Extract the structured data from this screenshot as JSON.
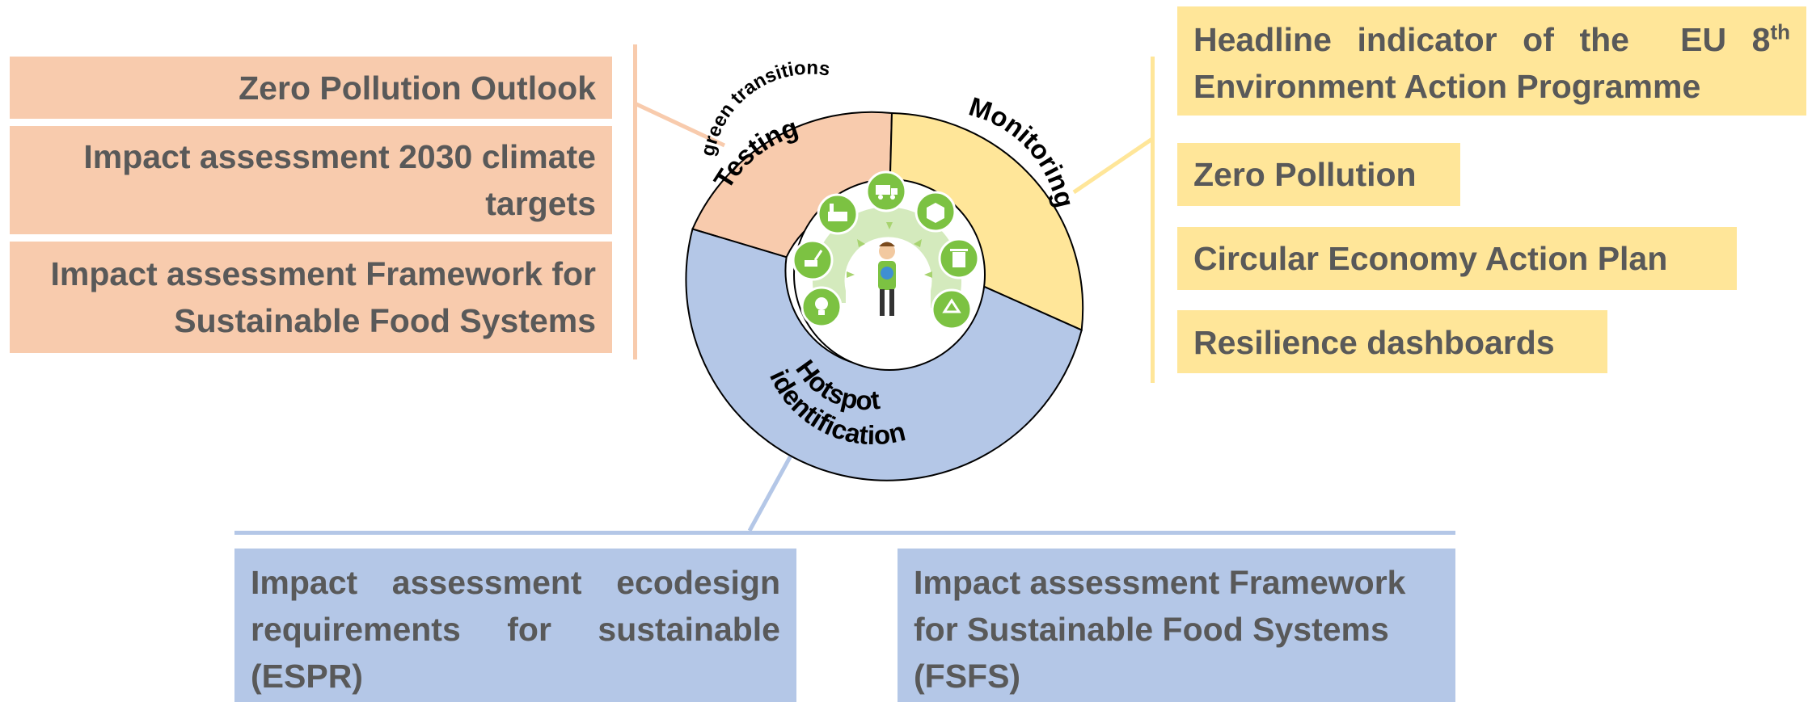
{
  "left_boxes": [
    {
      "lines": [
        "Zero Pollution Outlook"
      ]
    },
    {
      "lines": [
        "Impact assessment 2030 climate",
        "targets"
      ]
    },
    {
      "lines": [
        "Impact assessment Framework for",
        "Sustainable Food Systems"
      ]
    }
  ],
  "right_boxes": {
    "headline": {
      "line1_text": "Headline indicator of the  EU 8",
      "line1_sup": "th",
      "line2": "Environment Action Programme"
    },
    "zero_pollution": "Zero Pollution",
    "circular_economy": "Circular Economy Action Plan",
    "resilience": "Resilience dashboards"
  },
  "bottom_boxes": [
    {
      "lines": [
        "Impact assessment ecodesign",
        "requirements for sustainable",
        "(ESPR)"
      ]
    },
    {
      "lines": [
        "Impact assessment Framework",
        "for Sustainable Food Systems",
        "(FSFS)"
      ]
    }
  ],
  "wheel": {
    "testing": "Testing",
    "green_transitions": "green transitions",
    "monitoring": "Monitoring",
    "hotspot": "Hotspot",
    "identification": "identification"
  },
  "colors": {
    "peach": "#f8cbad",
    "yellow": "#ffe699",
    "blue": "#b4c7e7",
    "text": "#595959",
    "green": "#7cc242"
  },
  "icons": [
    "factory-icon",
    "truck-icon",
    "box-icon",
    "trash-icon",
    "recycle-icon",
    "lightbulb-icon",
    "excavator-icon",
    "person-with-globe-icon"
  ]
}
